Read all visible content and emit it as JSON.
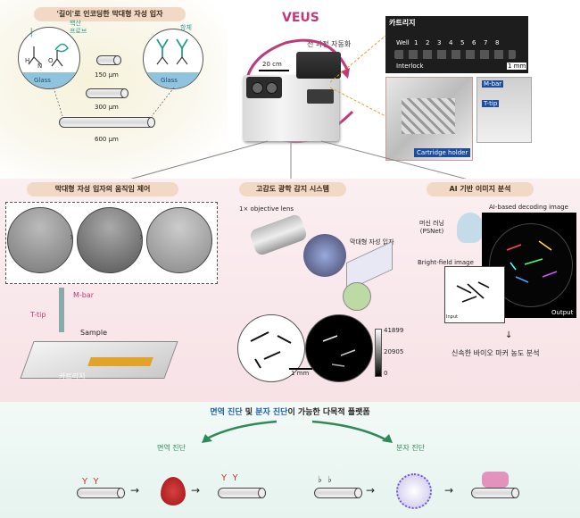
{
  "top_left": {
    "title": "'길이'로 인코딩한 막대형 자성 입자",
    "probe_label": "핵산\n프로브",
    "antibody_label": "항체",
    "glass_left": "Glass",
    "glass_right": "Glass",
    "sizes": [
      "150 μm",
      "300 μm",
      "600 μm"
    ]
  },
  "device": {
    "brand": "VEUS",
    "auto_label": "전 과정 자동화",
    "scale": "20 cm"
  },
  "cartridge": {
    "title": "카트리지",
    "well_label": "Well",
    "wells": [
      "1",
      "2",
      "3",
      "4",
      "5",
      "6",
      "7",
      "8"
    ],
    "interlock": "Interlock",
    "scale": "1 mm",
    "holder": "Cartridge holder",
    "mbar": "M-bar",
    "ttip": "T-tip"
  },
  "section_titles": {
    "motion": "막대형 자성 입자의 움직임 제어",
    "optical": "고감도 광학 감지 시스템",
    "ai": "AI 기반 이미지 분석"
  },
  "motion": {
    "mbar": "M-bar",
    "ttip": "T-tip",
    "sample": "Sample",
    "cartridge": "카트리지"
  },
  "optical": {
    "objective": "1× objective lens",
    "particle": "막대형 자성 입자",
    "scale": "1 mm",
    "colorbar_ticks": [
      "41899",
      "20905",
      "0"
    ]
  },
  "ai": {
    "ml_label": "머신 러닝\n(PSNet)",
    "decoding": "AI-based decoding image",
    "brightfield": "Bright-field image",
    "input": "Input",
    "output": "Output",
    "result": "신속한 바이오 마커 농도 분석",
    "arrow": "↓"
  },
  "bottom": {
    "title_part1": "면역 진단",
    "title_mid": " 및 ",
    "title_part2": "분자 진단",
    "title_end": "이 가능한 다목적 플랫폼",
    "immuno": "면역 진단",
    "molecular": "분자 진단"
  },
  "colors": {
    "accent_magenta": "#c0397a",
    "green": "#2e8b57",
    "pill_bg": "#f3d6c4"
  }
}
